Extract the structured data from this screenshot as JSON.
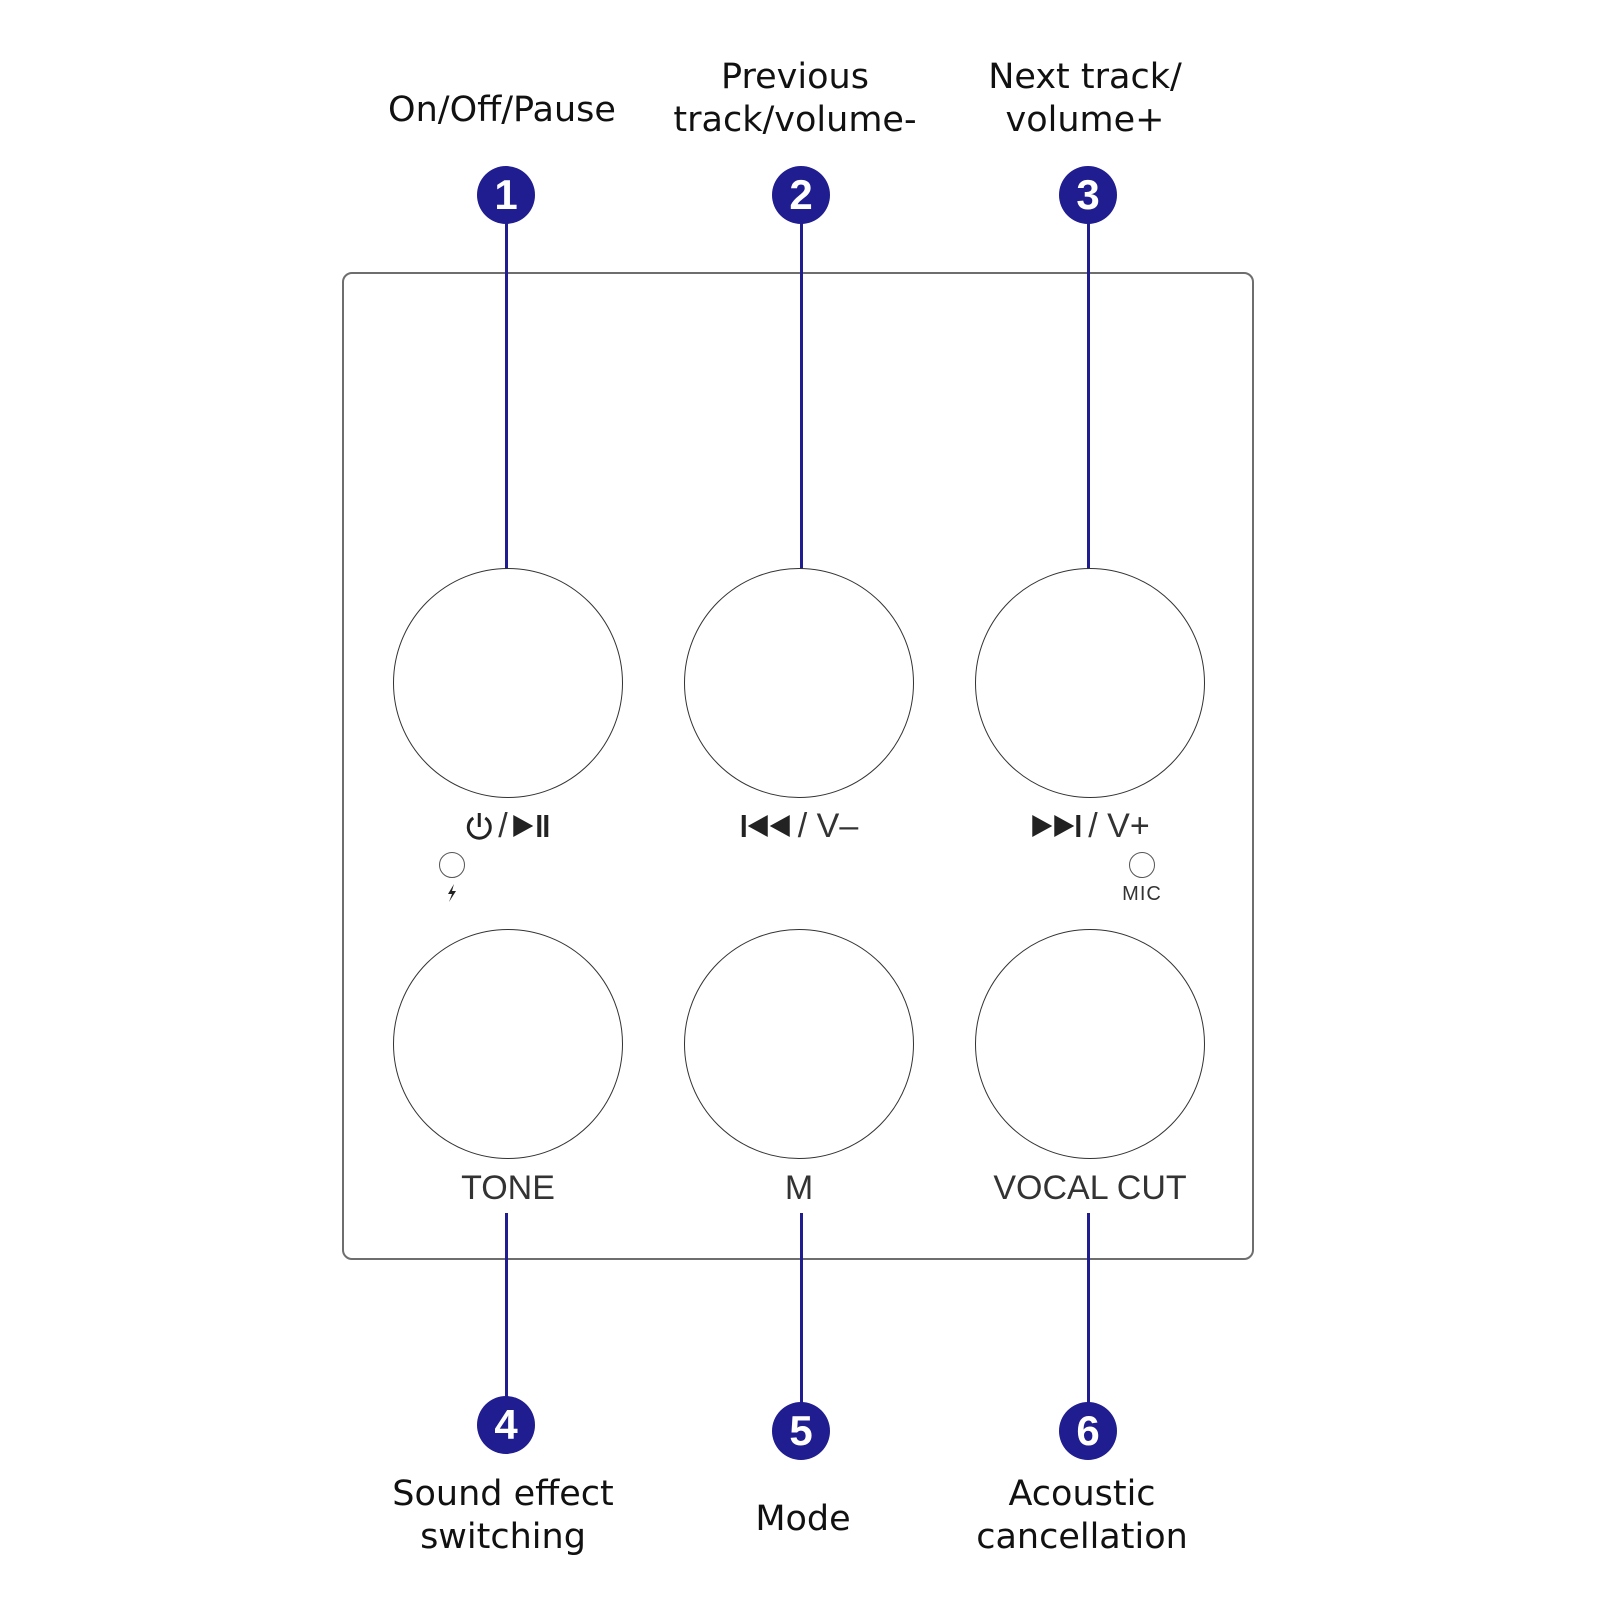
{
  "callouts": [
    {
      "number": "1",
      "label": "On/Off/Pause"
    },
    {
      "number": "2",
      "label": "Previous\ntrack/volume-"
    },
    {
      "number": "3",
      "label": "Next track/\nvolume+"
    },
    {
      "number": "4",
      "label": "Sound effect\nswitching"
    },
    {
      "number": "5",
      "label": "Mode"
    },
    {
      "number": "6",
      "label": "Acoustic\ncancellation"
    }
  ],
  "panel": {
    "buttons": [
      {
        "caption_text": "/",
        "icons": [
          "power-icon",
          "play-pause-icon"
        ]
      },
      {
        "caption_text": "/ V–",
        "icons": [
          "previous-track-icon"
        ]
      },
      {
        "caption_text": "/ V+",
        "icons": [
          "next-track-icon"
        ]
      },
      {
        "caption_text": "TONE"
      },
      {
        "caption_text": "M"
      },
      {
        "caption_text": "VOCAL CUT"
      }
    ],
    "indicators": [
      {
        "icon": "charging-bolt-icon"
      },
      {
        "text": "MIC"
      }
    ]
  },
  "colors": {
    "accent": "#1f1d8f",
    "outline": "#333333",
    "text": "#111111"
  }
}
